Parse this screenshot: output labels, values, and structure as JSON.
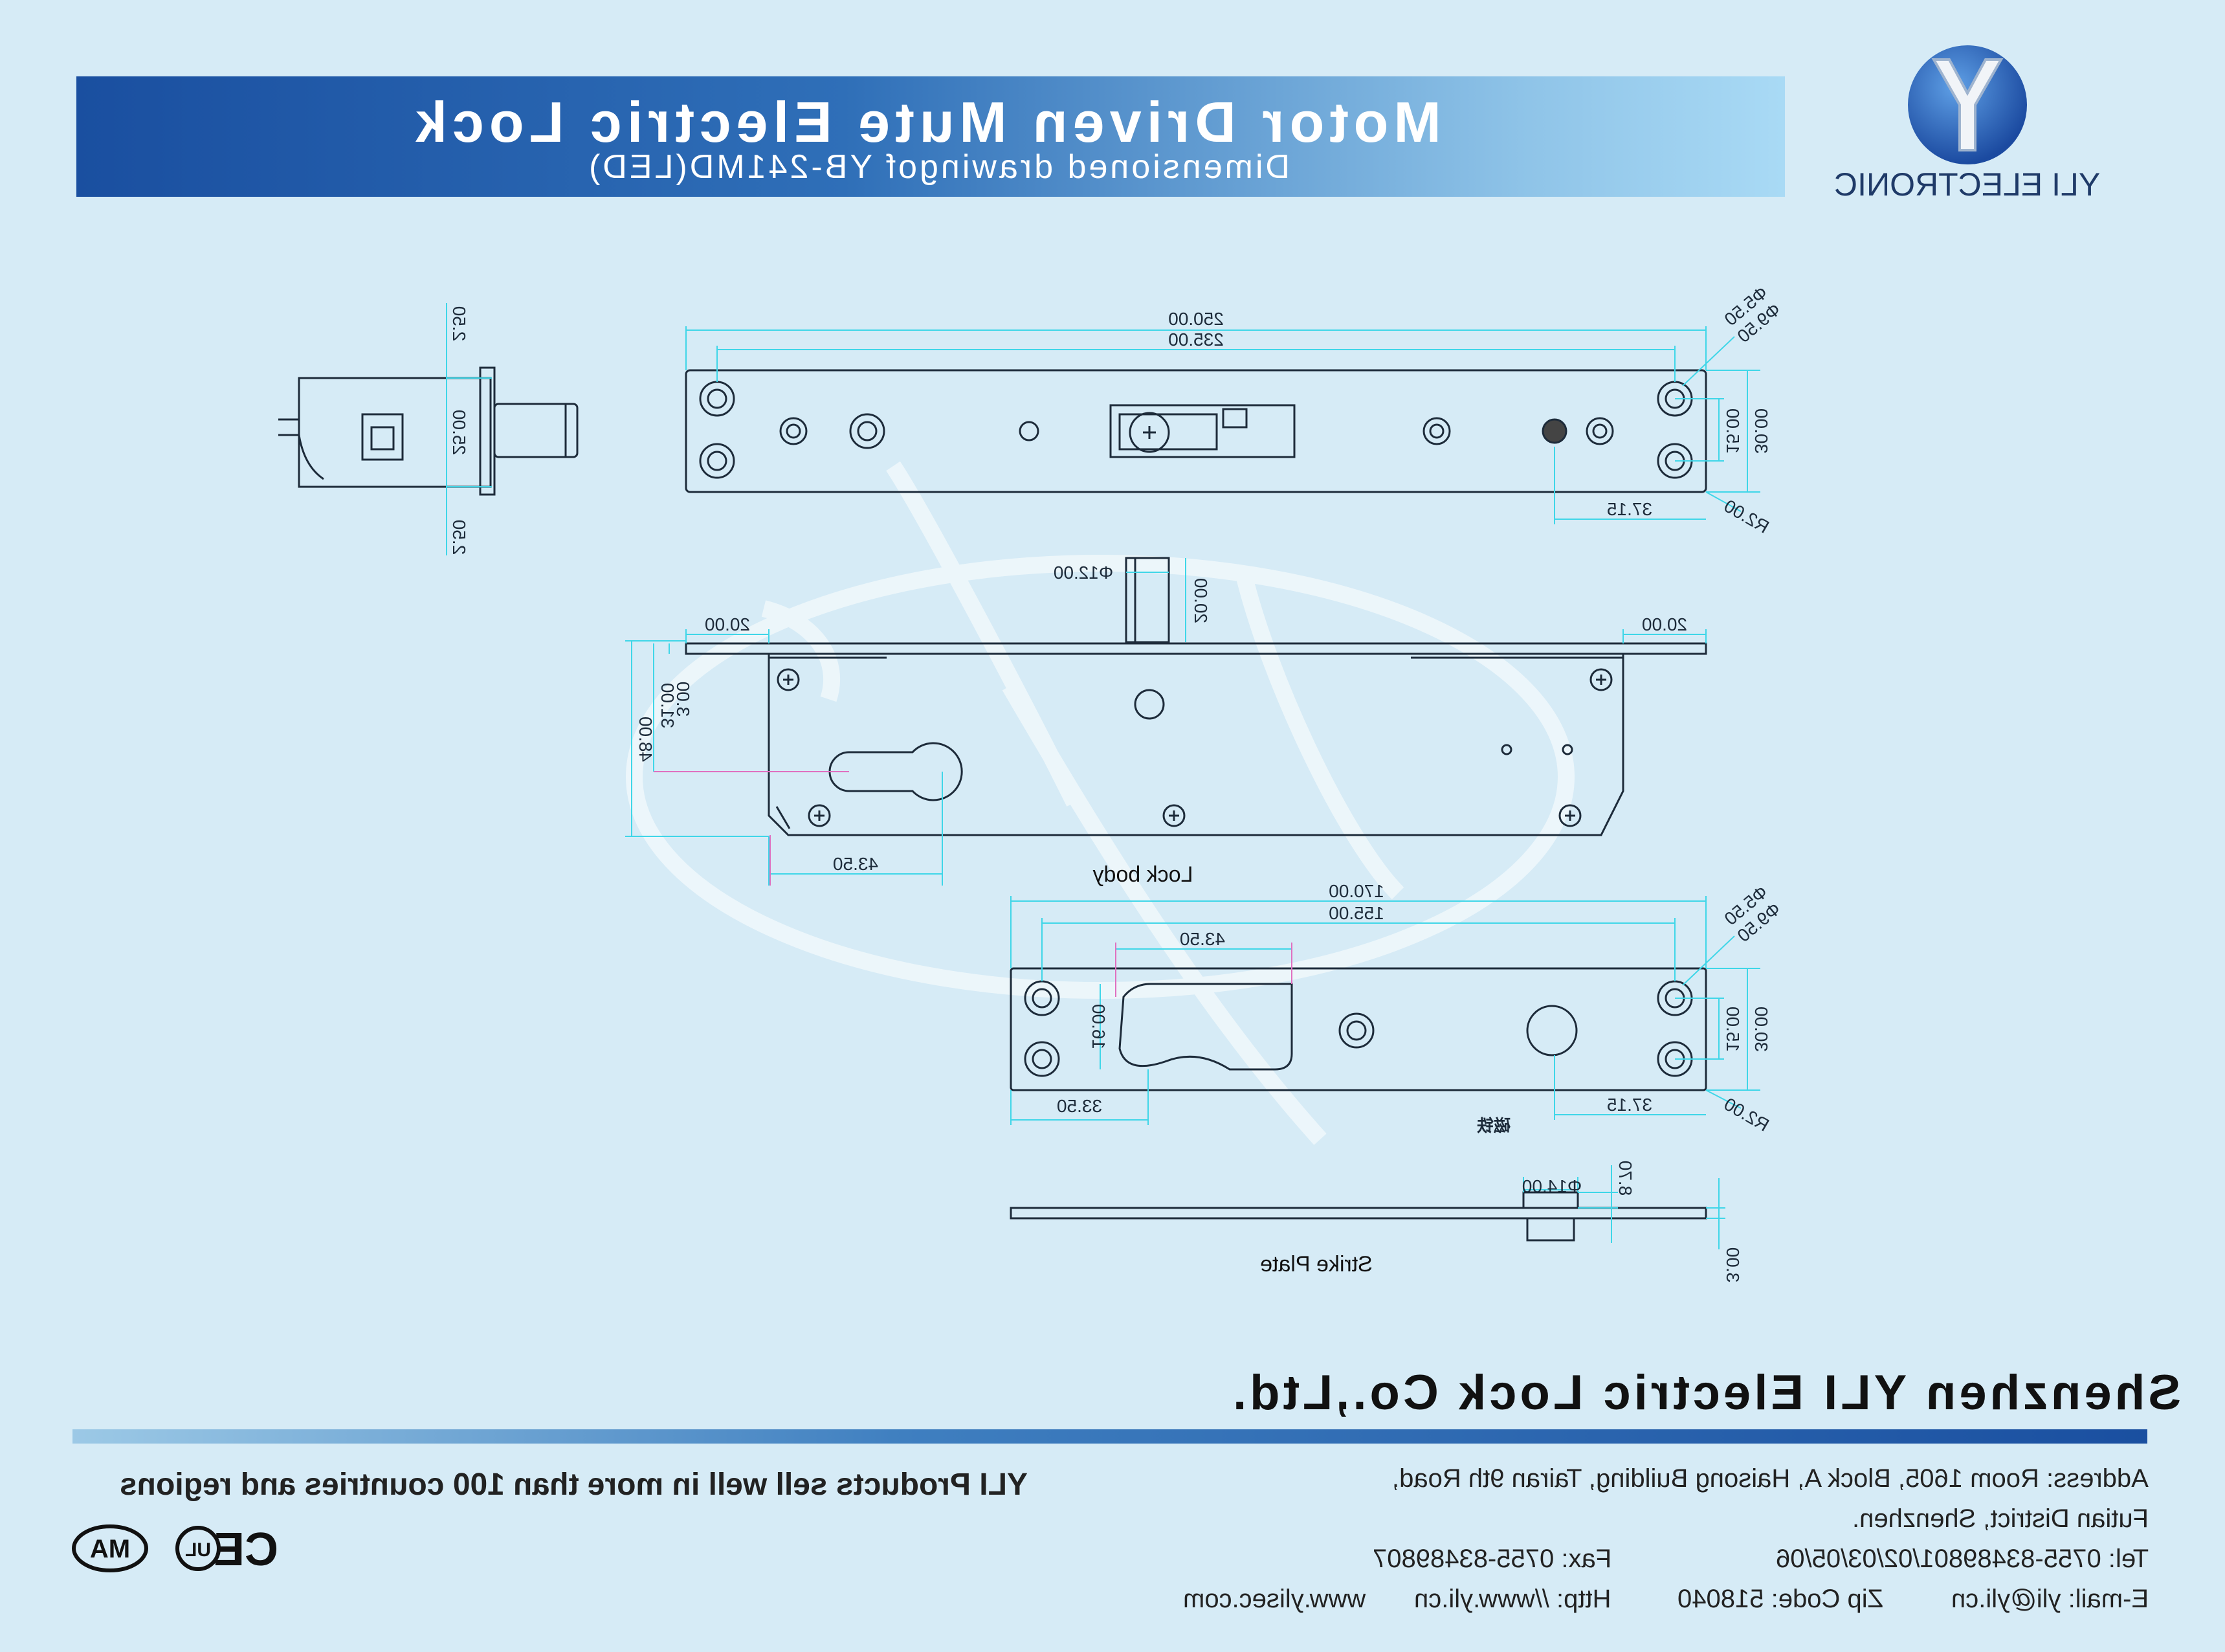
{
  "header": {
    "title": "Motor Driven Mute Electric Lock",
    "subtitle": "Dimensioned drawingof YB-241MD(LED)"
  },
  "brand": {
    "name": "YLI ELECTRONIC",
    "watermark": "yli"
  },
  "drawing": {
    "top_view": {
      "dims": {
        "overall_length": "250.00",
        "hole_span": "235.00",
        "hole_dia_outer": "Φ5.50",
        "hole_dia_inner": "Φ9.50",
        "width": "30.00",
        "hole_pitch": "15.00",
        "edge_offset": "37.15",
        "corner_radius": "R2.00"
      }
    },
    "end_view": {
      "dims": {
        "top_gap": "2.50",
        "bolt_height": "25.00",
        "bottom_gap": "2.50"
      }
    },
    "lock_body": {
      "label": "Lock body",
      "dims": {
        "bolt_dia": "Φ12.00",
        "bolt_length": "20.00",
        "left_offset": "20.00",
        "right_offset": "20.00",
        "body_height": "48.00",
        "upper_offset": "31.00",
        "plate_thickness": "3.00",
        "keyhole_offset": "43.50"
      }
    },
    "strike_plate_top": {
      "annotation": "磁铁",
      "dims": {
        "overall_length": "170.00",
        "hole_span": "155.00",
        "slot_width": "43.50",
        "hole_dia_outer": "Φ5.50",
        "hole_dia_inner": "Φ9.50",
        "width": "30.00",
        "hole_pitch": "15.00",
        "slot_height": "16.00",
        "slot_offset": "33.50",
        "edge_offset": "37.15",
        "corner_radius": "R2.00"
      }
    },
    "strike_plate_side": {
      "label": "Strike Plate",
      "dims": {
        "magnet_dia": "Φ14.00",
        "magnet_height": "8.70",
        "plate_thickness": "3.00"
      }
    }
  },
  "footer": {
    "company": "Shenzhen YLI Electric Lock Co.,Ltd.",
    "slogan": "YLI Products sell well in more than 100 countries and regions",
    "address_line1": "Address: Room 1605, Block A, Haisong Building, Tairan 9th Road,",
    "address_line2": "Futian District, Shenzhen.",
    "tel": "Tel: 0755-83489801/02/03/05/06",
    "fax": "Fax: 0755-83489807",
    "email": "E-mail: yli@yli.cn",
    "zip": "Zip Code: 518040",
    "http": "Http: //www.yli.cn",
    "web2": "www.ylisec.com"
  },
  "certifications": [
    "CE",
    "UL",
    "MA"
  ],
  "colors": {
    "background": "#d6ebf6",
    "banner_dark": "#1a4fa0",
    "banner_light": "#a9daf5",
    "dimension_line": "#3fd6e8",
    "extension_line": "#e070c0",
    "outline": "#1d2b3a"
  }
}
